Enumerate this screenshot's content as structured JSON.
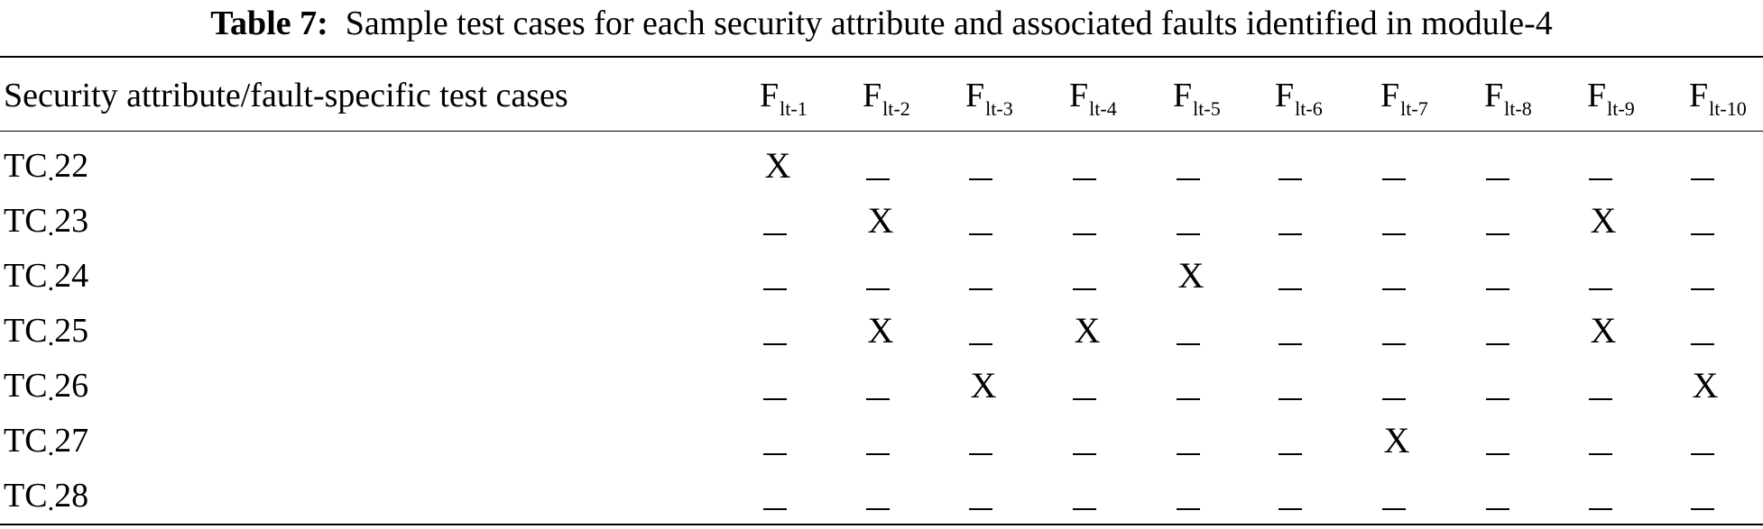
{
  "caption": {
    "lead": "Table 7:",
    "text": "Sample test cases for each security attribute and associated faults identified in module-4"
  },
  "header": {
    "first": "Security attribute/fault-specific test cases",
    "faults": [
      {
        "main": "F",
        "sub": "lt-1"
      },
      {
        "main": "F",
        "sub": "lt-2"
      },
      {
        "main": "F",
        "sub": "lt-3"
      },
      {
        "main": "F",
        "sub": "lt-4"
      },
      {
        "main": "F",
        "sub": "lt-5"
      },
      {
        "main": "F",
        "sub": "lt-6"
      },
      {
        "main": "F",
        "sub": "lt-7"
      },
      {
        "main": "F",
        "sub": "lt-8"
      },
      {
        "main": "F",
        "sub": "lt-9"
      },
      {
        "main": "F",
        "sub": "lt-10"
      }
    ]
  },
  "rows": [
    {
      "label": "TC_22",
      "cells": [
        "X",
        "_",
        "_",
        "_",
        "_",
        "_",
        "_",
        "_",
        "_",
        "_"
      ]
    },
    {
      "label": "TC_23",
      "cells": [
        "_",
        "X",
        "_",
        "_",
        "_",
        "_",
        "_",
        "_",
        "X",
        "_"
      ]
    },
    {
      "label": "TC_24",
      "cells": [
        "_",
        "_",
        "_",
        "_",
        "X",
        "_",
        "_",
        "_",
        "_",
        "_"
      ]
    },
    {
      "label": "TC_25",
      "cells": [
        "_",
        "X",
        "_",
        "X",
        "_",
        "_",
        "_",
        "_",
        "X",
        "_"
      ]
    },
    {
      "label": "TC_26",
      "cells": [
        "_",
        "_",
        "X",
        "_",
        "_",
        "_",
        "_",
        "_",
        "_",
        "X"
      ]
    },
    {
      "label": "TC_27",
      "cells": [
        "_",
        "_",
        "_",
        "_",
        "_",
        "_",
        "X",
        "_",
        "_",
        "_"
      ]
    },
    {
      "label": "TC_28",
      "cells": [
        "_",
        "_",
        "_",
        "_",
        "_",
        "_",
        "_",
        "_",
        "_",
        "_"
      ]
    }
  ]
}
